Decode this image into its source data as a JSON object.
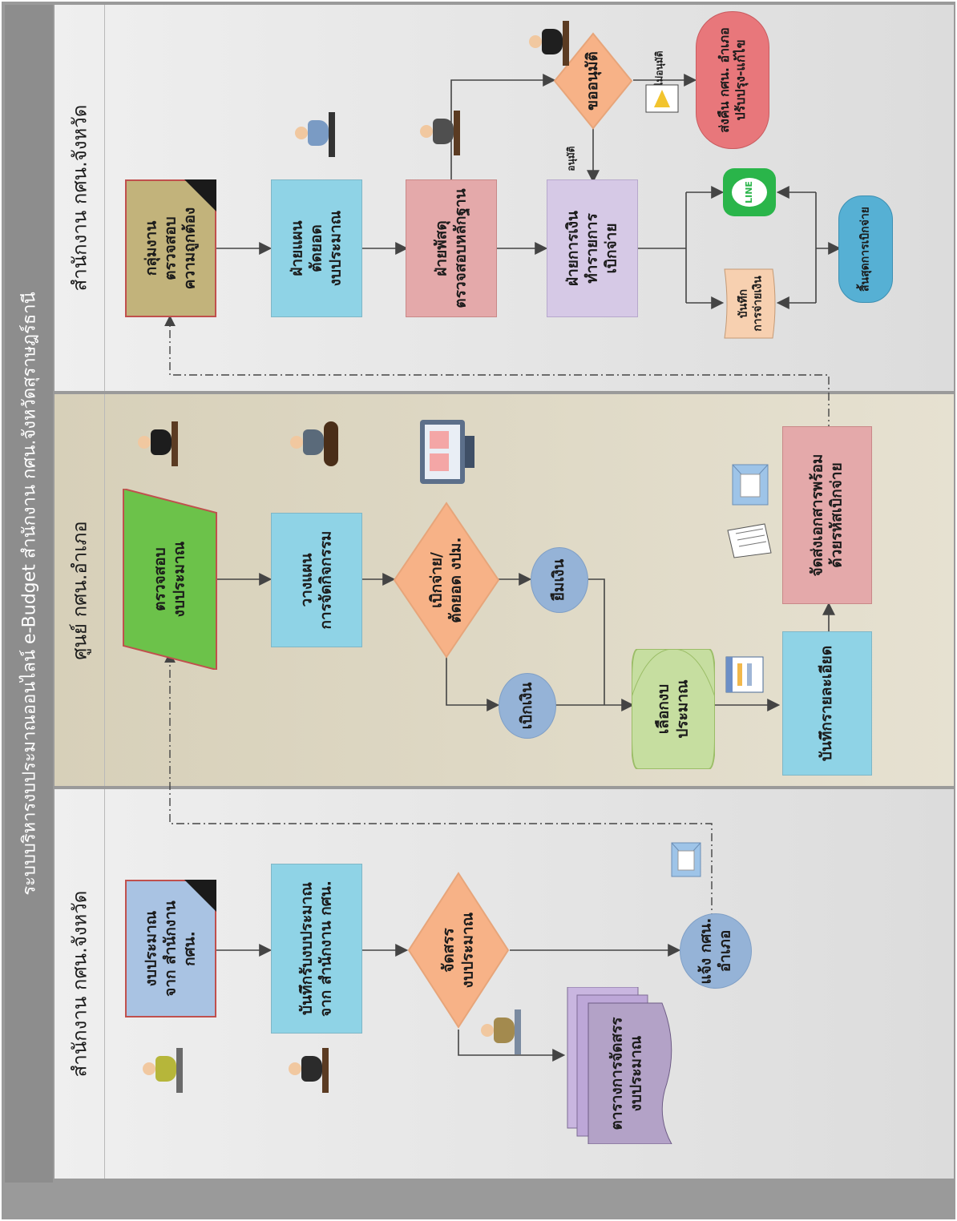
{
  "title": "ระบบบริหารงบประมาณออนไลน์ e-Budget สำนักงาน กศน.จังหวัดสุราษฎร์ธานี",
  "lanes": {
    "provincial_top": "สำนักงาน กศน.จังหวัด",
    "district": "ศูนย์ กศน.อำเภอ",
    "provincial_bottom": "สำนักงาน กศน.จังหวัด"
  },
  "nodes": {
    "n_budget_from_office": "งบประมาณ\nจาก สำนักงาน\nกศน.",
    "n_record_receive": "บันทึกรับงบประมาณ\nจาก สำนักงาน กศน.",
    "n_allocate": "จัดสรร\nงบประมาณ",
    "n_allocation_table": "ตารางการจัดสรร\nงบประมาณ",
    "n_notify_district": "แจ้ง กศน.\nอำเภอ",
    "n_check_budget": "ตรวจสอบ\nงบประมาณ",
    "n_plan_activity": "วางแผน\nการจัดกิจกรรม",
    "n_disburse_decision": "เบิกจ่าย/\nตัดยอด งปม.",
    "n_withdraw": "เบิกเงิน",
    "n_borrow": "ยืมเงิน",
    "n_select_budget": "เลือกงบ\nประมาณ",
    "n_record_detail": "บันทึกรายละเอียด",
    "n_send_docs": "จัดส่งเอกสารพร้อม\nด้วยรหัสเบิกจ่าย",
    "n_check_group": "กลุ่มงาน\nตรวจสอบ\nความถูกต้อง",
    "n_plan_dept": "ฝ่ายแผน\nตัดยอด\nงบประมาณ",
    "n_supply_dept": "ฝ่ายพัสดุ\nตรวจสอบหลักฐาน",
    "n_approve": "ขออนุมัติ",
    "n_return": "ส่งคืน กศน. อำเภอ\nปรับปรุง-แก้ไข",
    "n_finance": "ฝ่ายการเงิน\nทำรายการ\nเบิกจ่าย",
    "n_line": "LINE",
    "n_record_payment": "บันทึก\nการจ่ายเงิน",
    "n_end": "สิ้นสุดการเบิกจ่าย"
  },
  "edge_labels": {
    "not_approved": "ไม่อนุมัติ",
    "approved": "อนุมัติ"
  },
  "colors": {
    "frame": "#9a9a9a",
    "lane_light": "#ececec",
    "lane_beige": "#d9d3c0",
    "blue_box": "#a9c3e3",
    "cyan_box": "#8fd3e6",
    "orange_diamond": "#f7b287",
    "blue_circle": "#95b3d7",
    "purple_doc": "#b3a2c7",
    "green_para": "#6cc24a",
    "pink_box": "#e4a9aa",
    "lavender_box": "#d6c9e6",
    "olive_box": "#c2b37b",
    "red_oval": "#e8777b",
    "line_green": "#2ab54a",
    "light_green_shield": "#c6dea0",
    "peach_doc": "#f7d0b0"
  },
  "icons": [
    "person-at-desk-icon",
    "meeting-people-icon",
    "computer-screen-icon",
    "envelope-icon",
    "document-icon",
    "form-icon",
    "warning-sign-icon",
    "line-app-icon"
  ]
}
